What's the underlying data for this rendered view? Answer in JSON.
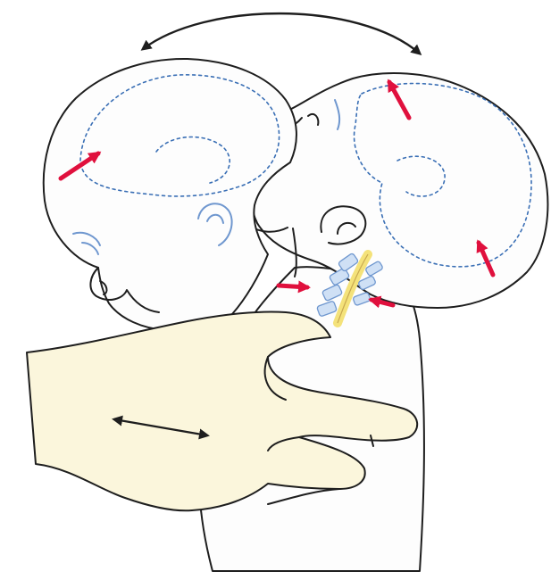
{
  "figure": {
    "subject": "whiplash-shaking-motion",
    "colors": {
      "outline": "#1e1e1e",
      "skin": "#fdfdfd",
      "hand_skin": "#fbf6dc",
      "brain_outline": "#3a6fb5",
      "force_arrow": "#e0103d",
      "spinal_cord": "#f4e27a",
      "vertebrae": "#cfe0f5"
    },
    "icons": [
      "double-arrow-head-swing",
      "double-arrow-hand-motion",
      "force-arrow"
    ]
  }
}
